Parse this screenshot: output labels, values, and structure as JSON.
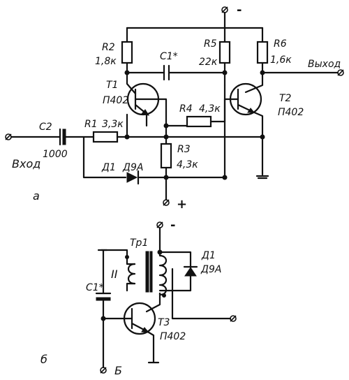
{
  "circuit_a": {
    "panel_label": "а",
    "minus_sign": "-",
    "plus_sign": "+",
    "r2": {
      "name": "R2",
      "value": "1,8к"
    },
    "r5": {
      "name": "R5",
      "value": "22к"
    },
    "r6": {
      "name": "R6",
      "value": "1,6к"
    },
    "c1": {
      "name": "C1*"
    },
    "t1": {
      "name": "T1",
      "type": "П402"
    },
    "t2": {
      "name": "T2",
      "type": "П402"
    },
    "r4": {
      "name": "R4",
      "value": "4,3к"
    },
    "r1": {
      "name": "R1",
      "value": "3,3к"
    },
    "r3": {
      "name": "R3",
      "value": "4,3к"
    },
    "c2": {
      "name": "C2",
      "value": "1000"
    },
    "d1": {
      "name": "Д1",
      "type": "Д9А"
    },
    "input_label": "Вход",
    "output_label": "Выход"
  },
  "circuit_b": {
    "panel_label": "б",
    "minus_sign": "-",
    "tr1": {
      "name": "Тр1"
    },
    "winding": {
      "name": "II"
    },
    "c1": {
      "name": "C1*"
    },
    "d1": {
      "name": "Д1",
      "type": "Д9А"
    },
    "t3": {
      "name": "T3",
      "type": "П402"
    },
    "terminal_b": "Б"
  }
}
